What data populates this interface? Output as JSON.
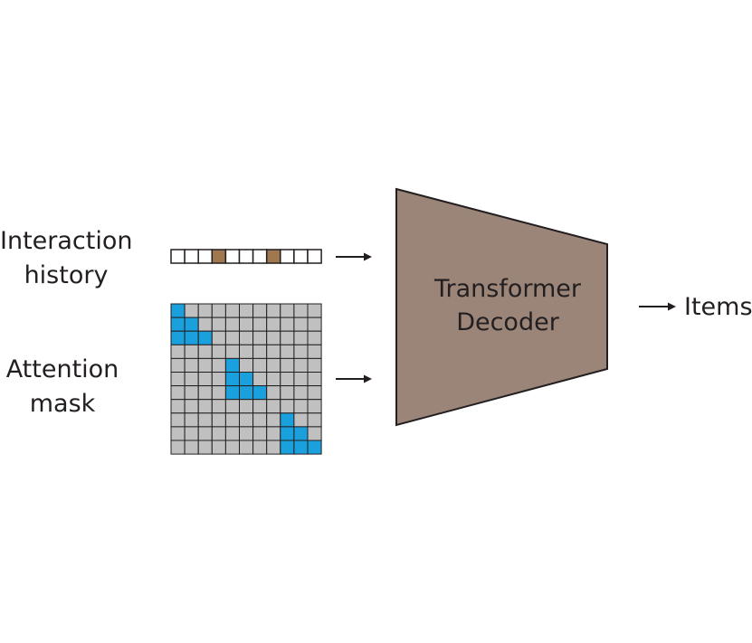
{
  "labels": {
    "history_line1": "Interaction",
    "history_line2": "history",
    "mask_line1": "Attention",
    "mask_line2": "mask",
    "decoder_line1": "Transformer",
    "decoder_line2": "Decoder",
    "output": "Items"
  },
  "interaction_history": {
    "length": 11,
    "highlighted_positions": [
      3,
      7
    ],
    "cell_fill": "#ffffff",
    "highlight_fill": "#a07850"
  },
  "attention_mask": {
    "size": 11,
    "blocks": [
      [
        0,
        2
      ],
      [
        4,
        6
      ],
      [
        8,
        10
      ]
    ],
    "masked_fill": "#c0c0c0",
    "attend_fill": "#1aa0dc"
  },
  "decoder": {
    "fill": "#9b8579",
    "stroke": "#231f20"
  }
}
